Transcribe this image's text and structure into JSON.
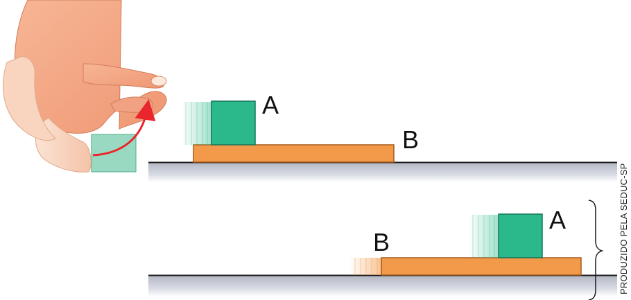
{
  "labels": {
    "scene_top_block": "A",
    "scene_top_board": "B",
    "scene_bottom_block": "A",
    "scene_bottom_board": "B"
  },
  "credit": "PRODUZIDO PELA SEDUC-SP",
  "colors": {
    "block": "#2bb98c",
    "block_ghost": "#9ad9c1",
    "board": "#f39a4a",
    "floor_line": "#1a1a1a",
    "arrow": "#e8262b",
    "skin": "#f3a07e"
  },
  "icons": {
    "hand": "hand-flicking-icon",
    "motion_arrow": "curved-arrow-icon",
    "brace": "right-brace-icon"
  }
}
